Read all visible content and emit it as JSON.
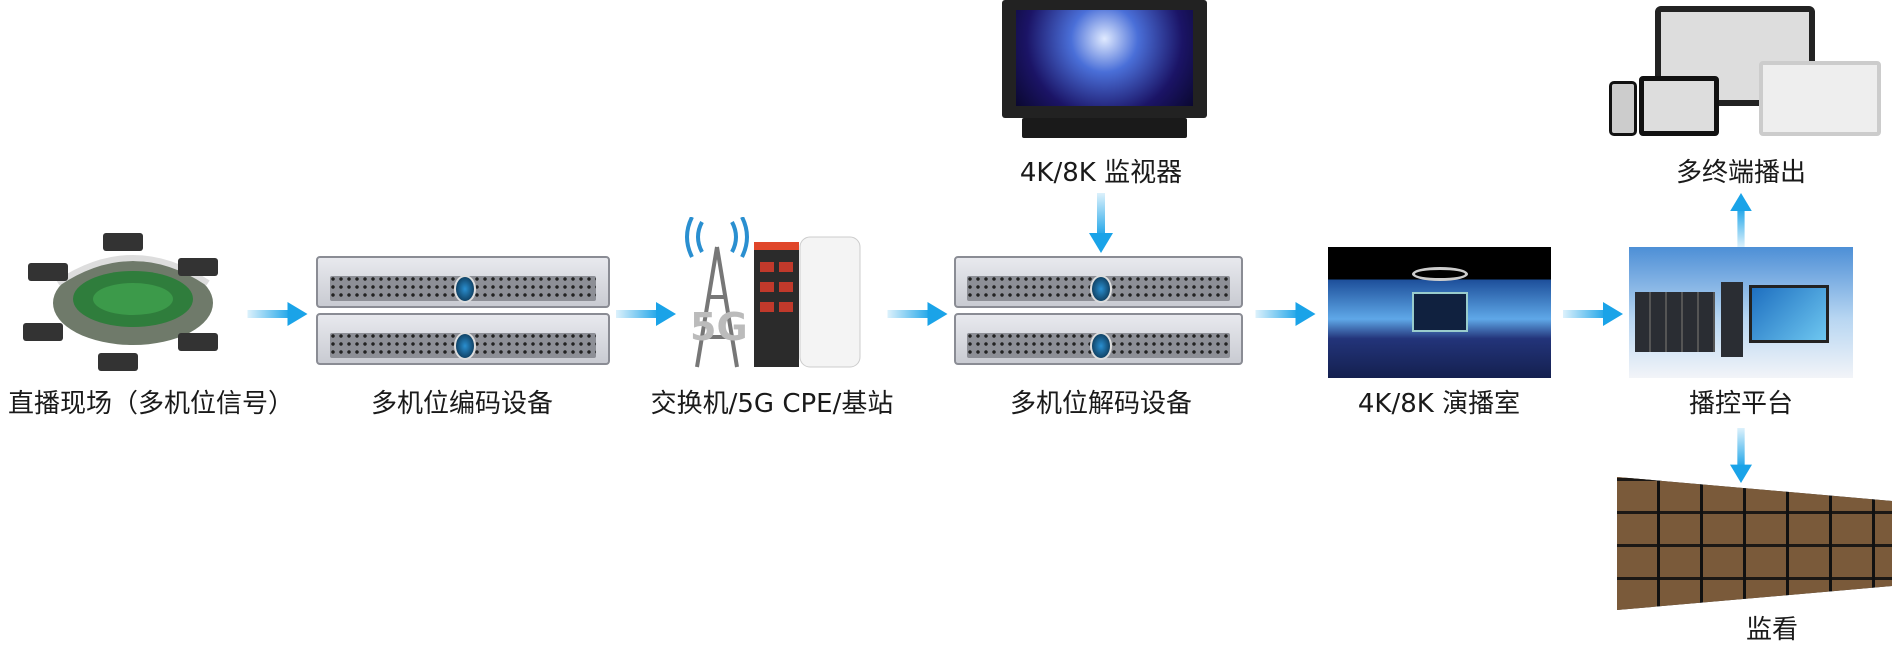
{
  "nodes": {
    "live_site": "直播现场（多机位信号）",
    "encoder": "多机位编码设备",
    "network": "交换机/5G CPE/基站",
    "decoder": "多机位解码设备",
    "monitor": "4K/8K 监视器",
    "studio": "4K/8K 演播室",
    "platform": "播控平台",
    "multi_terminal": "多终端播出",
    "monitoring": "监看"
  },
  "network_badge": "5G",
  "colors": {
    "arrow": "#1aa3e8",
    "text": "#1a1a1a"
  }
}
